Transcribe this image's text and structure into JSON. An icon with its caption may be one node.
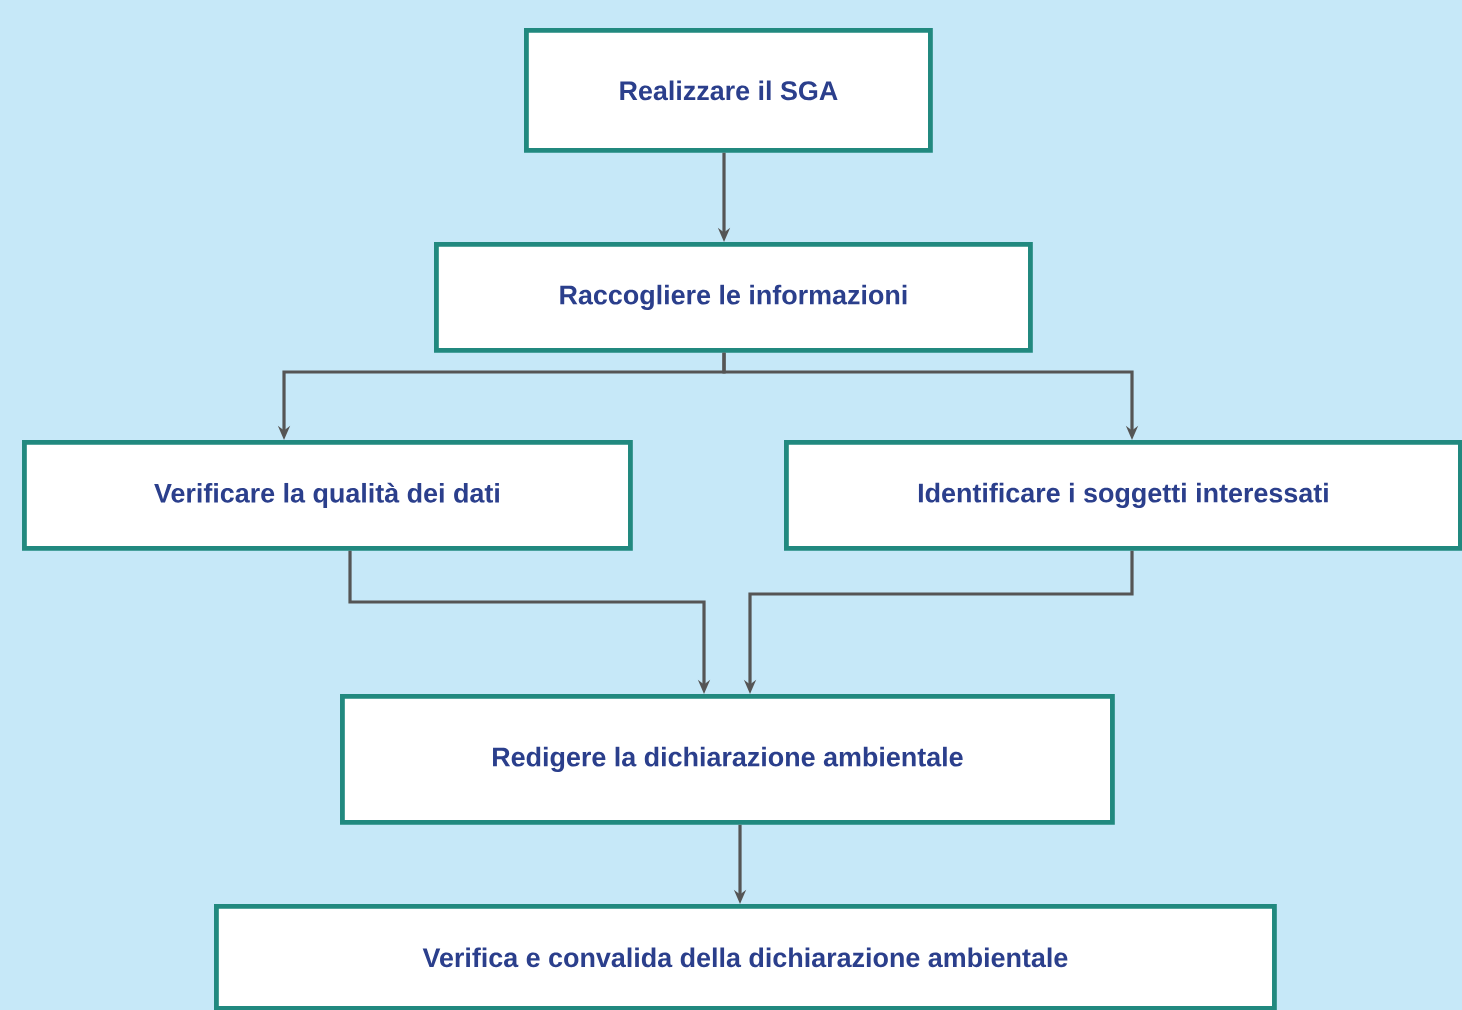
{
  "diagram": {
    "nodes": [
      {
        "text": [
          "Realizzare il SGA"
        ]
      },
      {
        "text": [
          "Raccogliere le informazioni"
        ]
      },
      {
        "text": [
          "Verificare la qualità dei dati"
        ]
      },
      {
        "text": [
          "Identificare i soggetti interessati"
        ]
      },
      {
        "text": [
          "Redigere la dichiarazione ambientale"
        ]
      },
      {
        "text": [
          "Verifica e convalida della dichiarazione ambientale"
        ]
      }
    ],
    "edges": [
      {
        "from": 0,
        "to": 1,
        "arrow": "to"
      },
      {
        "from": 1,
        "to": 2,
        "arrow": "to"
      },
      {
        "from": 1,
        "to": 3,
        "arrow": "to"
      },
      {
        "from": 2,
        "to": 4,
        "arrow": "to"
      },
      {
        "from": 3,
        "to": 4,
        "arrow": "to"
      },
      {
        "from": 4,
        "to": 5,
        "arrow": "to"
      }
    ]
  }
}
